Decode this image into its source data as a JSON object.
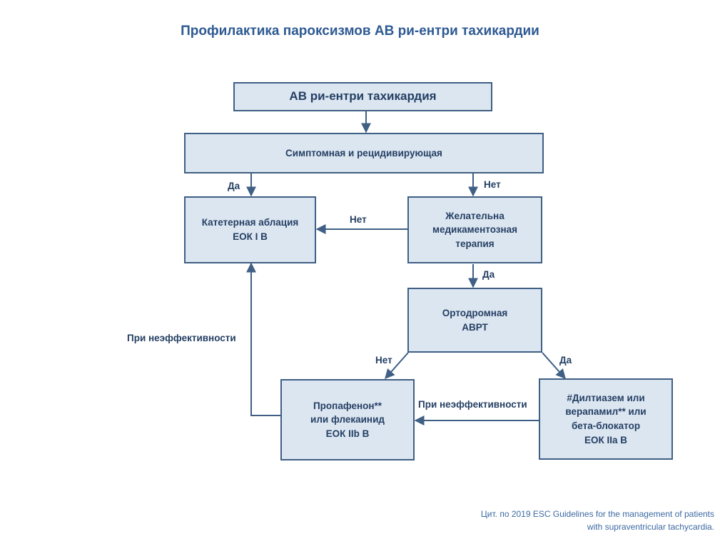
{
  "title": "Профилактика пароксизмов АВ ри-ентри тахикардии",
  "nodes": {
    "start": "АВ ри-ентри тахикардия",
    "symptomatic": "Симптомная и рецидивирующая",
    "ablation": "Катетерная аблация\nЕОК I B",
    "drug_therapy": "Желательна\nмедикаментозная\nтерапия",
    "orthodromic": "Ортодромная\nАВРТ",
    "propafenone": "Пропафенон**\nили флекаинид\nЕОК IIb B",
    "diltiazem": "#Дилтиазем или\nверапамил** или\nбета-блокатор\nЕОК IIa B"
  },
  "edge_labels": {
    "yes_to_ablation": "Да",
    "no_to_drug": "Нет",
    "no_drug_to_ablation": "Нет",
    "yes_to_orthodromic": "Да",
    "no_to_propafenone": "Нет",
    "yes_to_diltiazem": "Да",
    "ineffective_to_propafenone": "При неэффективности",
    "ineffective_to_ablation": "При неэффективности"
  },
  "citation": "Цит. по 2019 ESC Guidelines for the management of patients\nwith supraventricular tachycardia.",
  "colors": {
    "title": "#2e5a93",
    "box_fill": "#dce6f1",
    "box_border": "#3f5f84",
    "arrow": "#3f5f84",
    "text": "#243f63"
  }
}
